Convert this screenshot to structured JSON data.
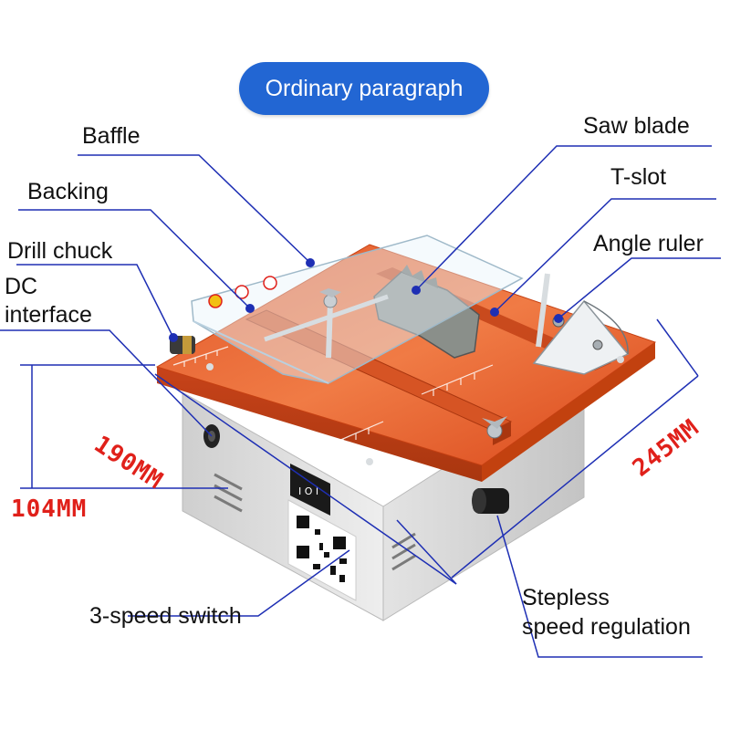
{
  "title": "Ordinary paragraph",
  "labels": {
    "baffle": "Baffle",
    "backing": "Backing",
    "drill_chuck": "Drill chuck",
    "dc_line1": "DC",
    "dc_line2": "interface",
    "saw_blade": "Saw blade",
    "t_slot": "T-slot",
    "angle_ruler": "Angle ruler",
    "switch": "3-speed switch",
    "stepless_line1": "Stepless",
    "stepless_line2": "speed regulation"
  },
  "dimensions": {
    "length": "245MM",
    "width": "190MM",
    "height": "104MM"
  },
  "colors": {
    "accent_blue": "#2266d3",
    "leader_line": "#1e2fb4",
    "dimension_red": "#e0201a",
    "table_orange": "#e8571e",
    "body_grey": "#dcdcdc"
  },
  "icons": [
    "warning-icon",
    "hand-icon",
    "no-entry-icon",
    "qr-code"
  ]
}
